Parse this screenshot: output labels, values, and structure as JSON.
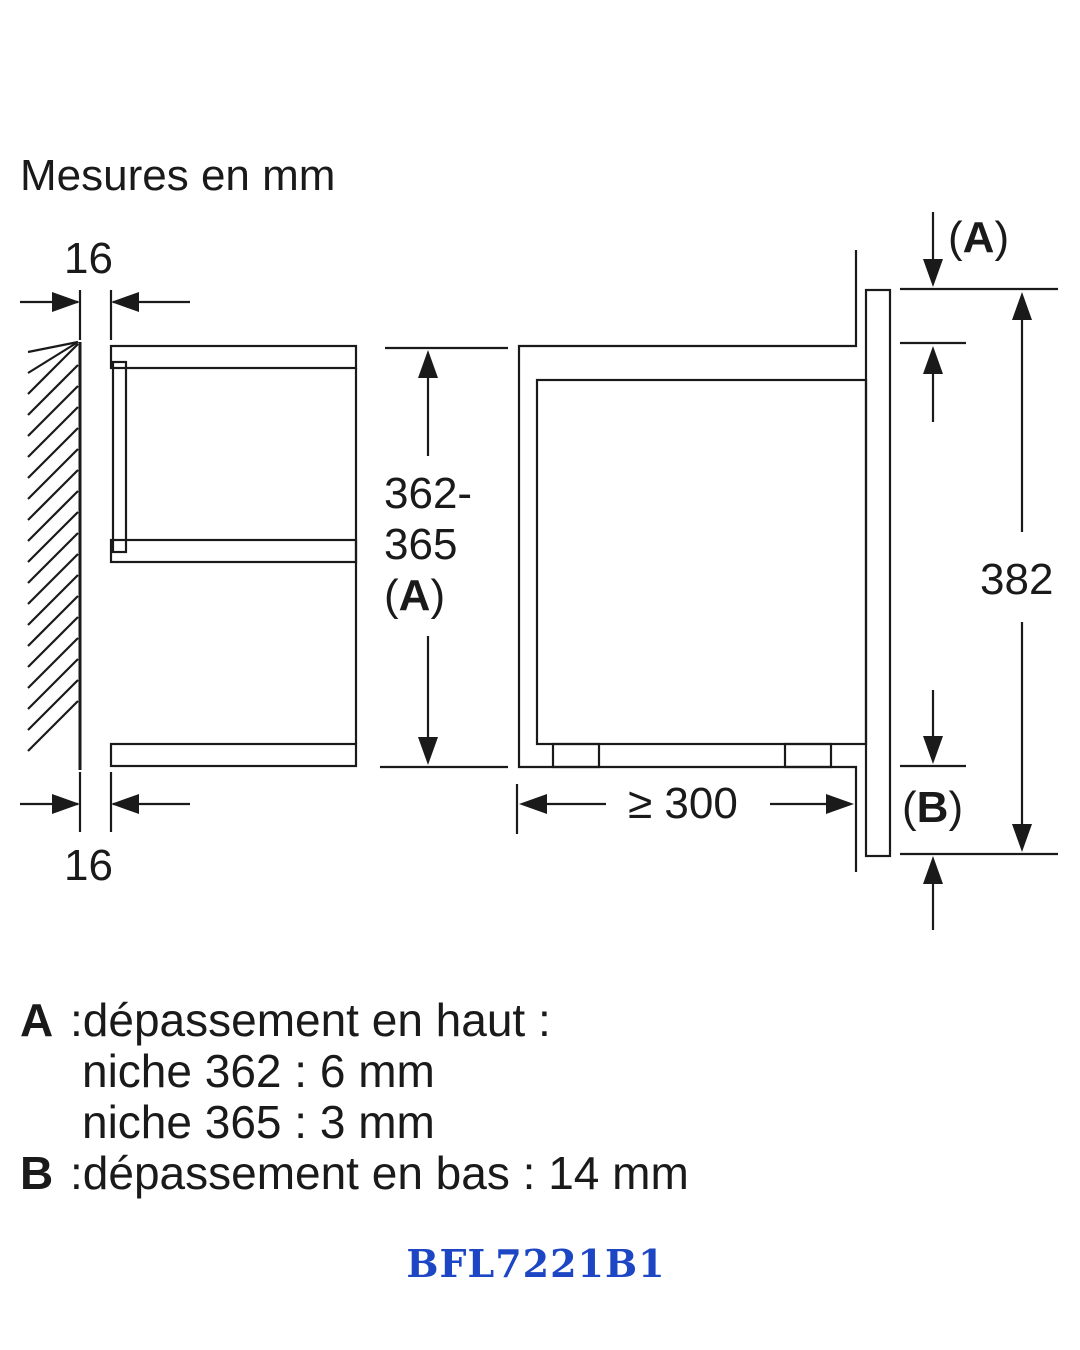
{
  "title": "Mesures en mm",
  "left_view": {
    "top_gap": "16",
    "bottom_gap": "16",
    "height_line1": "362-",
    "height_line2": "365",
    "height_marker": "(A)"
  },
  "right_view": {
    "top_marker": "(A)",
    "bottom_marker": "(B)",
    "total_height": "382",
    "depth": "≥ 300"
  },
  "legend": {
    "a_letter": "A",
    "a_line1": ":dépassement en haut :",
    "a_line2": "niche 362 : 6 mm",
    "a_line3": "niche 365 : 3 mm",
    "b_letter": "B",
    "b_line1": ":dépassement en bas : 14 mm"
  },
  "model": "BFL7221B1",
  "colors": {
    "ink": "#1a1a1a",
    "model": "#1d46c4"
  }
}
